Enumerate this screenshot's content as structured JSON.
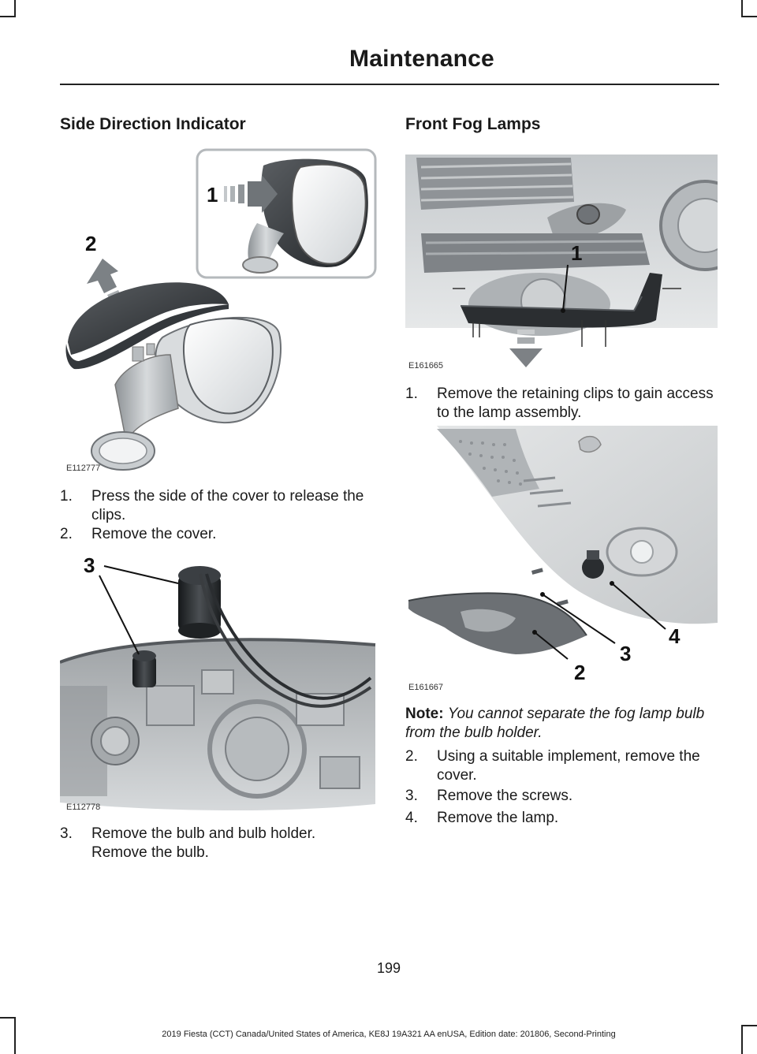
{
  "header": {
    "title": "Maintenance"
  },
  "left": {
    "section_title": "Side Direction Indicator",
    "figure1": {
      "code": "E112777",
      "callouts": [
        "1",
        "2"
      ]
    },
    "steps_a": [
      {
        "num": "1.",
        "text": "Press the side of the cover to release the clips."
      },
      {
        "num": "2.",
        "text": "Remove the cover."
      }
    ],
    "figure2": {
      "code": "E112778",
      "callouts": [
        "3"
      ]
    },
    "steps_b": [
      {
        "num": "3.",
        "text": "Remove the bulb and bulb holder. Remove the bulb."
      }
    ]
  },
  "right": {
    "section_title": "Front Fog Lamps",
    "figure1": {
      "code": "E161665",
      "callouts": [
        "1"
      ]
    },
    "steps_a": [
      {
        "num": "1.",
        "text": "Remove the retaining clips to gain access to the lamp assembly."
      }
    ],
    "figure2": {
      "code": "E161667",
      "callouts": [
        "4",
        "3",
        "2"
      ]
    },
    "note": {
      "label": "Note:",
      "text": "You cannot separate the fog lamp bulb from the bulb holder."
    },
    "steps_b": [
      {
        "num": "2.",
        "text": "Using a suitable implement, remove the cover."
      },
      {
        "num": "3.",
        "text": "Remove the screws."
      },
      {
        "num": "4.",
        "text": "Remove the lamp."
      }
    ]
  },
  "page_number": "199",
  "footer": "2019 Fiesta (CCT) Canada/United States of America, KE8J 19A321 AA enUSA, Edition date: 201806, Second-Printing"
}
